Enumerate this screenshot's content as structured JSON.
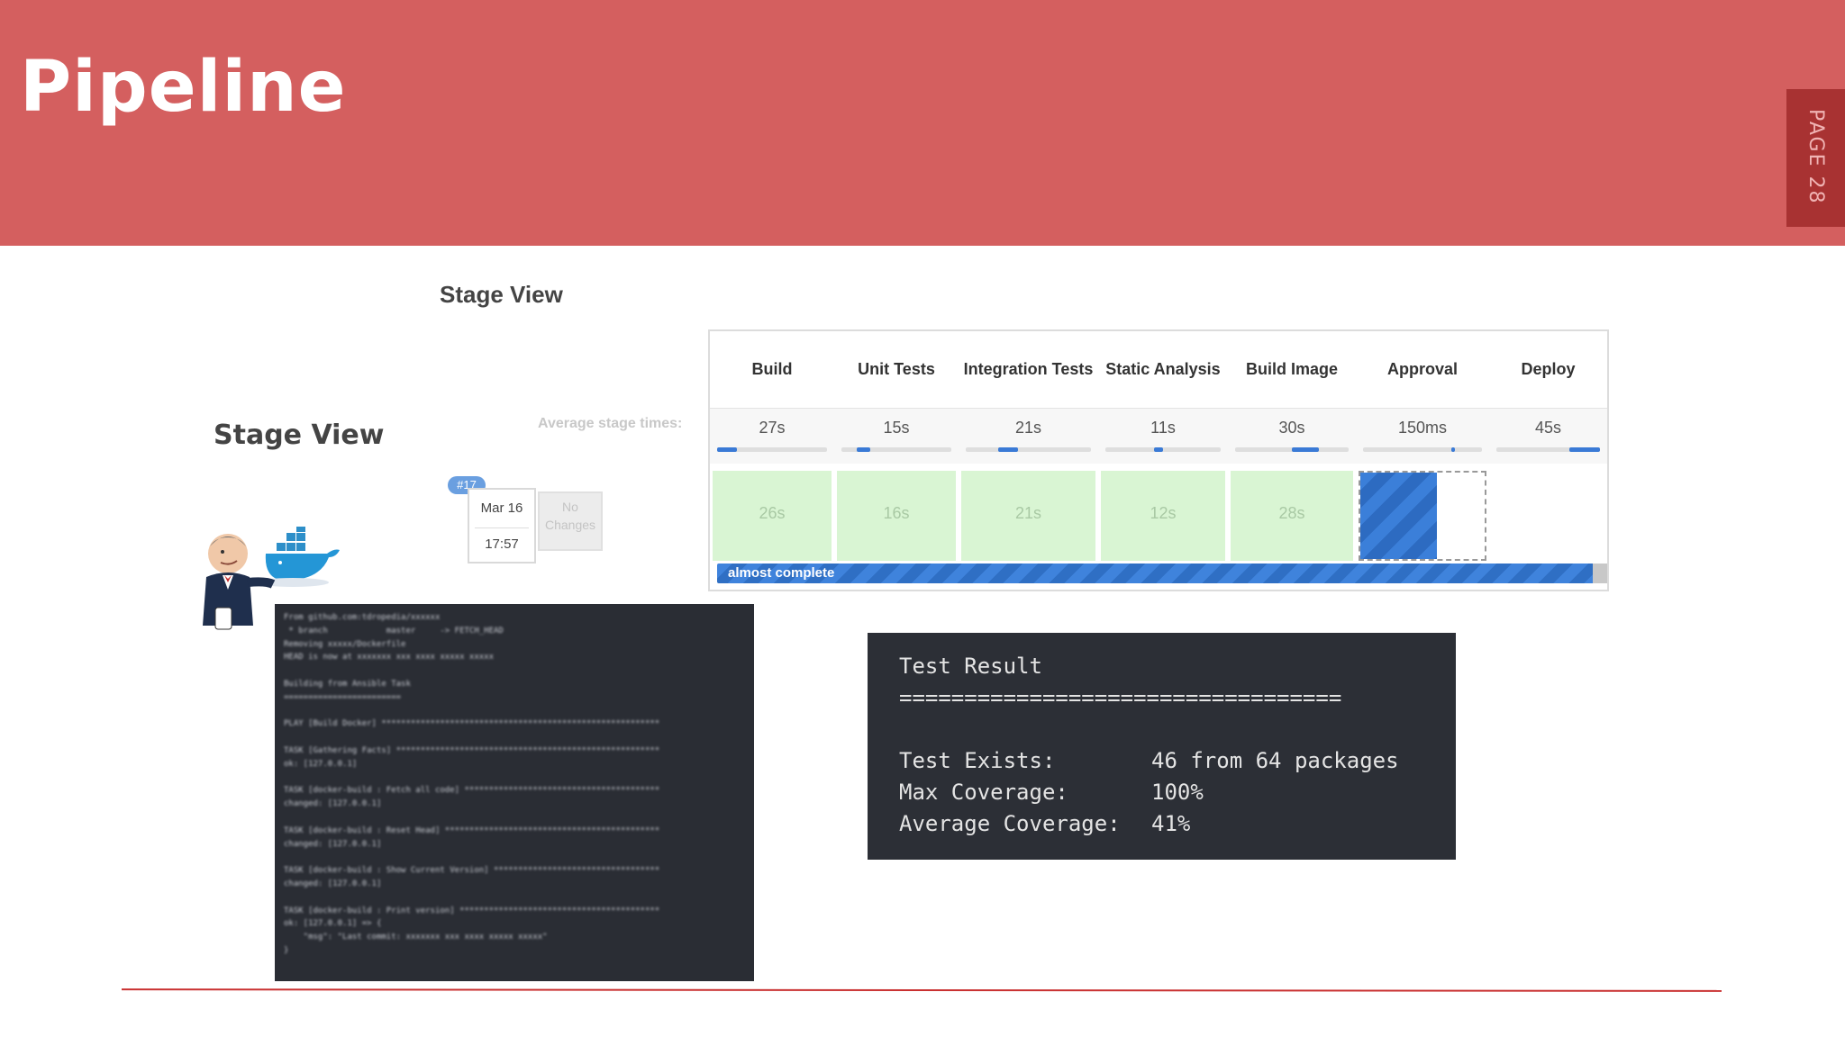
{
  "slide": {
    "title": "Pipeline",
    "page_label": "PAGE 28"
  },
  "side_label": "Stage View",
  "stage_view": {
    "title": "Stage View",
    "avg_label": "Average stage times:",
    "stages": [
      {
        "name": "Build",
        "avg": "27s",
        "run": "26s",
        "avg_fill_start": 0.0,
        "avg_fill_end": 0.18
      },
      {
        "name": "Unit Tests",
        "avg": "15s",
        "run": "16s",
        "avg_fill_start": 0.14,
        "avg_fill_end": 0.26
      },
      {
        "name": "Integration Tests",
        "avg": "21s",
        "run": "21s",
        "avg_fill_start": 0.26,
        "avg_fill_end": 0.42
      },
      {
        "name": "Static Analysis",
        "avg": "11s",
        "run": "12s",
        "avg_fill_start": 0.42,
        "avg_fill_end": 0.5
      },
      {
        "name": "Build Image",
        "avg": "30s",
        "run": "28s",
        "avg_fill_start": 0.5,
        "avg_fill_end": 0.74
      },
      {
        "name": "Approval",
        "avg": "150ms",
        "run": "",
        "avg_fill_start": 0.74,
        "avg_fill_end": 0.75
      },
      {
        "name": "Deploy",
        "avg": "45s",
        "run": "",
        "avg_fill_start": 0.7,
        "avg_fill_end": 1.0
      }
    ],
    "run": {
      "badge": "#17",
      "date": "Mar 16",
      "time": "17:57",
      "changes": "No Changes"
    },
    "progress_label": "almost complete"
  },
  "console_lines": [
    "From github.com:tdropedia/xxxxxx",
    " * branch            master     -> FETCH_HEAD",
    "Removing xxxxx/Dockerfile",
    "HEAD is now at xxxxxxx xxx xxxx xxxxx xxxxx",
    "",
    "Building from Ansible Task",
    "========================",
    "",
    "PLAY [Build Docker] *********************************************************",
    "",
    "TASK [Gathering Facts] ******************************************************",
    "ok: [127.0.0.1]",
    "",
    "TASK [docker-build : Fetch all code] ****************************************",
    "changed: [127.0.0.1]",
    "",
    "TASK [docker-build : Reset Head] ********************************************",
    "changed: [127.0.0.1]",
    "",
    "TASK [docker-build : Show Current Version] **********************************",
    "changed: [127.0.0.1]",
    "",
    "TASK [docker-build : Print version] *****************************************",
    "ok: [127.0.0.1] => {",
    "    \"msg\": \"Last commit: xxxxxxx xxx xxxx xxxxx xxxxx\"",
    "}"
  ],
  "test_result": {
    "title": "Test Result",
    "separator": "==================================",
    "rows": [
      {
        "key": "Test Exists:",
        "value": "46 from 64 packages"
      },
      {
        "key": "Max Coverage:",
        "value": "100%"
      },
      {
        "key": "Average Coverage:",
        "value": "41%"
      }
    ]
  },
  "colors": {
    "header": "#d45f5f",
    "page_tab": "#a83232",
    "accent_rule": "#c93030",
    "stage_success": "#d9f5d3",
    "progress_blue": "#3f83dc"
  }
}
